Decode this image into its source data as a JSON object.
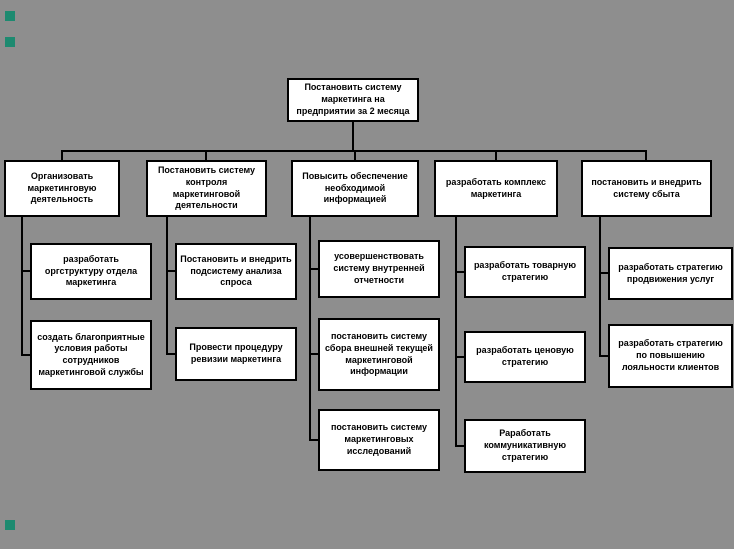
{
  "colors": {
    "canvas-bg": "#8e8e8e",
    "box-fill": "#ffffff",
    "box-border": "#000000",
    "connector": "#000000",
    "marker": "#1d8a70"
  },
  "root": {
    "label": "Постановить систему маркетинга на предприятии за 2 месяца"
  },
  "branches": [
    {
      "label": "Организовать маркетинговую деятельность",
      "children": [
        "разработать оргструктуру отдела маркетинга",
        "создать благоприятные условия работы сотрудников маркетинговой службы"
      ]
    },
    {
      "label": "Постановить систему контроля маркетинговой деятельности",
      "children": [
        "Постановить и внедрить подсистему анализа спроса",
        "Провести процедуру ревизии маркетинга"
      ]
    },
    {
      "label": "Повысить обеспечение необходимой информацией",
      "children": [
        "усовершенствовать систему внутренней отчетности",
        "постановить систему сбора внешней текущей маркетинговой информации",
        "постановить систему маркетинговых исследований"
      ]
    },
    {
      "label": "разработать комплекс маркетинга",
      "children": [
        "разработать товарную стратегию",
        "разработать ценовую стратегию",
        "Раработать коммуникативную стратегию"
      ]
    },
    {
      "label": "постановить и внедрить систему сбыта",
      "children": [
        "разработать стратегию продвижения услуг",
        "разработать стратегию по повышению лояльности клиентов"
      ]
    }
  ]
}
